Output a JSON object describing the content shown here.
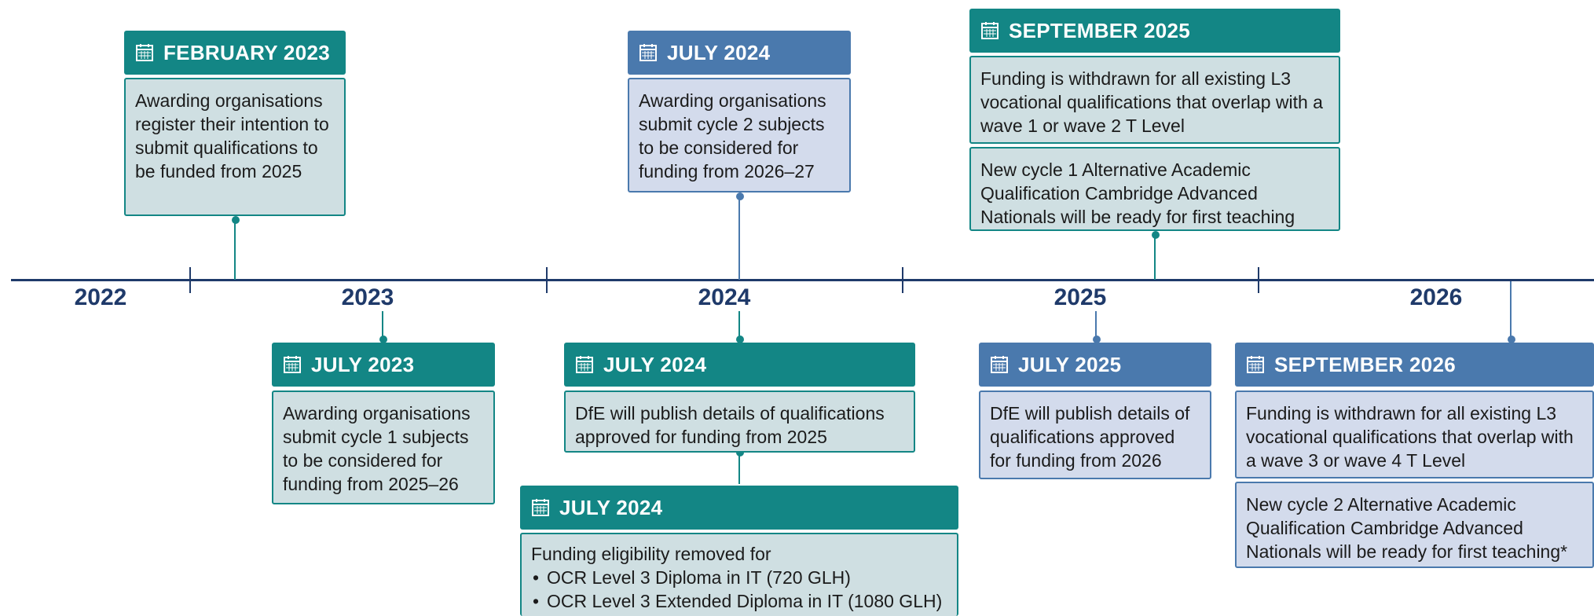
{
  "colors": {
    "teal": "#138685",
    "blue": "#4a79ad",
    "axis": "#1f3a6a",
    "teal_box": "#cfdfe2",
    "blue_box": "#d3dbec"
  },
  "timeline": {
    "years": [
      "2022",
      "2023",
      "2024",
      "2025",
      "2026"
    ]
  },
  "events": {
    "feb2023": {
      "date": "FEBRUARY 2023",
      "text": "Awarding organisations register their intention to submit qualifications to be funded from 2025"
    },
    "jul2023": {
      "date": "JULY 2023",
      "text": "Awarding organisations submit cycle 1 subjects to be considered for funding from 2025–26"
    },
    "jul2024a": {
      "date": "JULY 2024",
      "text": "Awarding organisations submit cycle 2 subjects to be considered for funding from 2026–27"
    },
    "jul2024b": {
      "date": "JULY 2024",
      "text": "DfE will publish details of qualifications approved for funding from 2025"
    },
    "jul2024c": {
      "date": "JULY 2024",
      "text": "Funding eligibility removed for",
      "items": [
        "OCR Level 3 Diploma in IT (720 GLH)",
        "OCR Level 3 Extended Diploma in IT (1080 GLH)"
      ]
    },
    "sep2025": {
      "date": "SEPTEMBER 2025",
      "text1": "Funding is withdrawn for all existing L3 vocational qualifications that overlap with a wave 1 or wave 2 T Level",
      "text2": "New cycle 1 Alternative Academic Qualification Cambridge Advanced Nationals will be ready for first teaching"
    },
    "jul2025": {
      "date": "JULY 2025",
      "text": "DfE will publish details of qualifications approved for funding from 2026"
    },
    "sep2026": {
      "date": "SEPTEMBER 2026",
      "text1": "Funding is withdrawn for all existing L3 vocational qualifications that overlap with a wave 3 or wave 4 T Level",
      "text2": "New cycle 2 Alternative Academic Qualification Cambridge Advanced Nationals will be ready for first teaching*"
    }
  }
}
